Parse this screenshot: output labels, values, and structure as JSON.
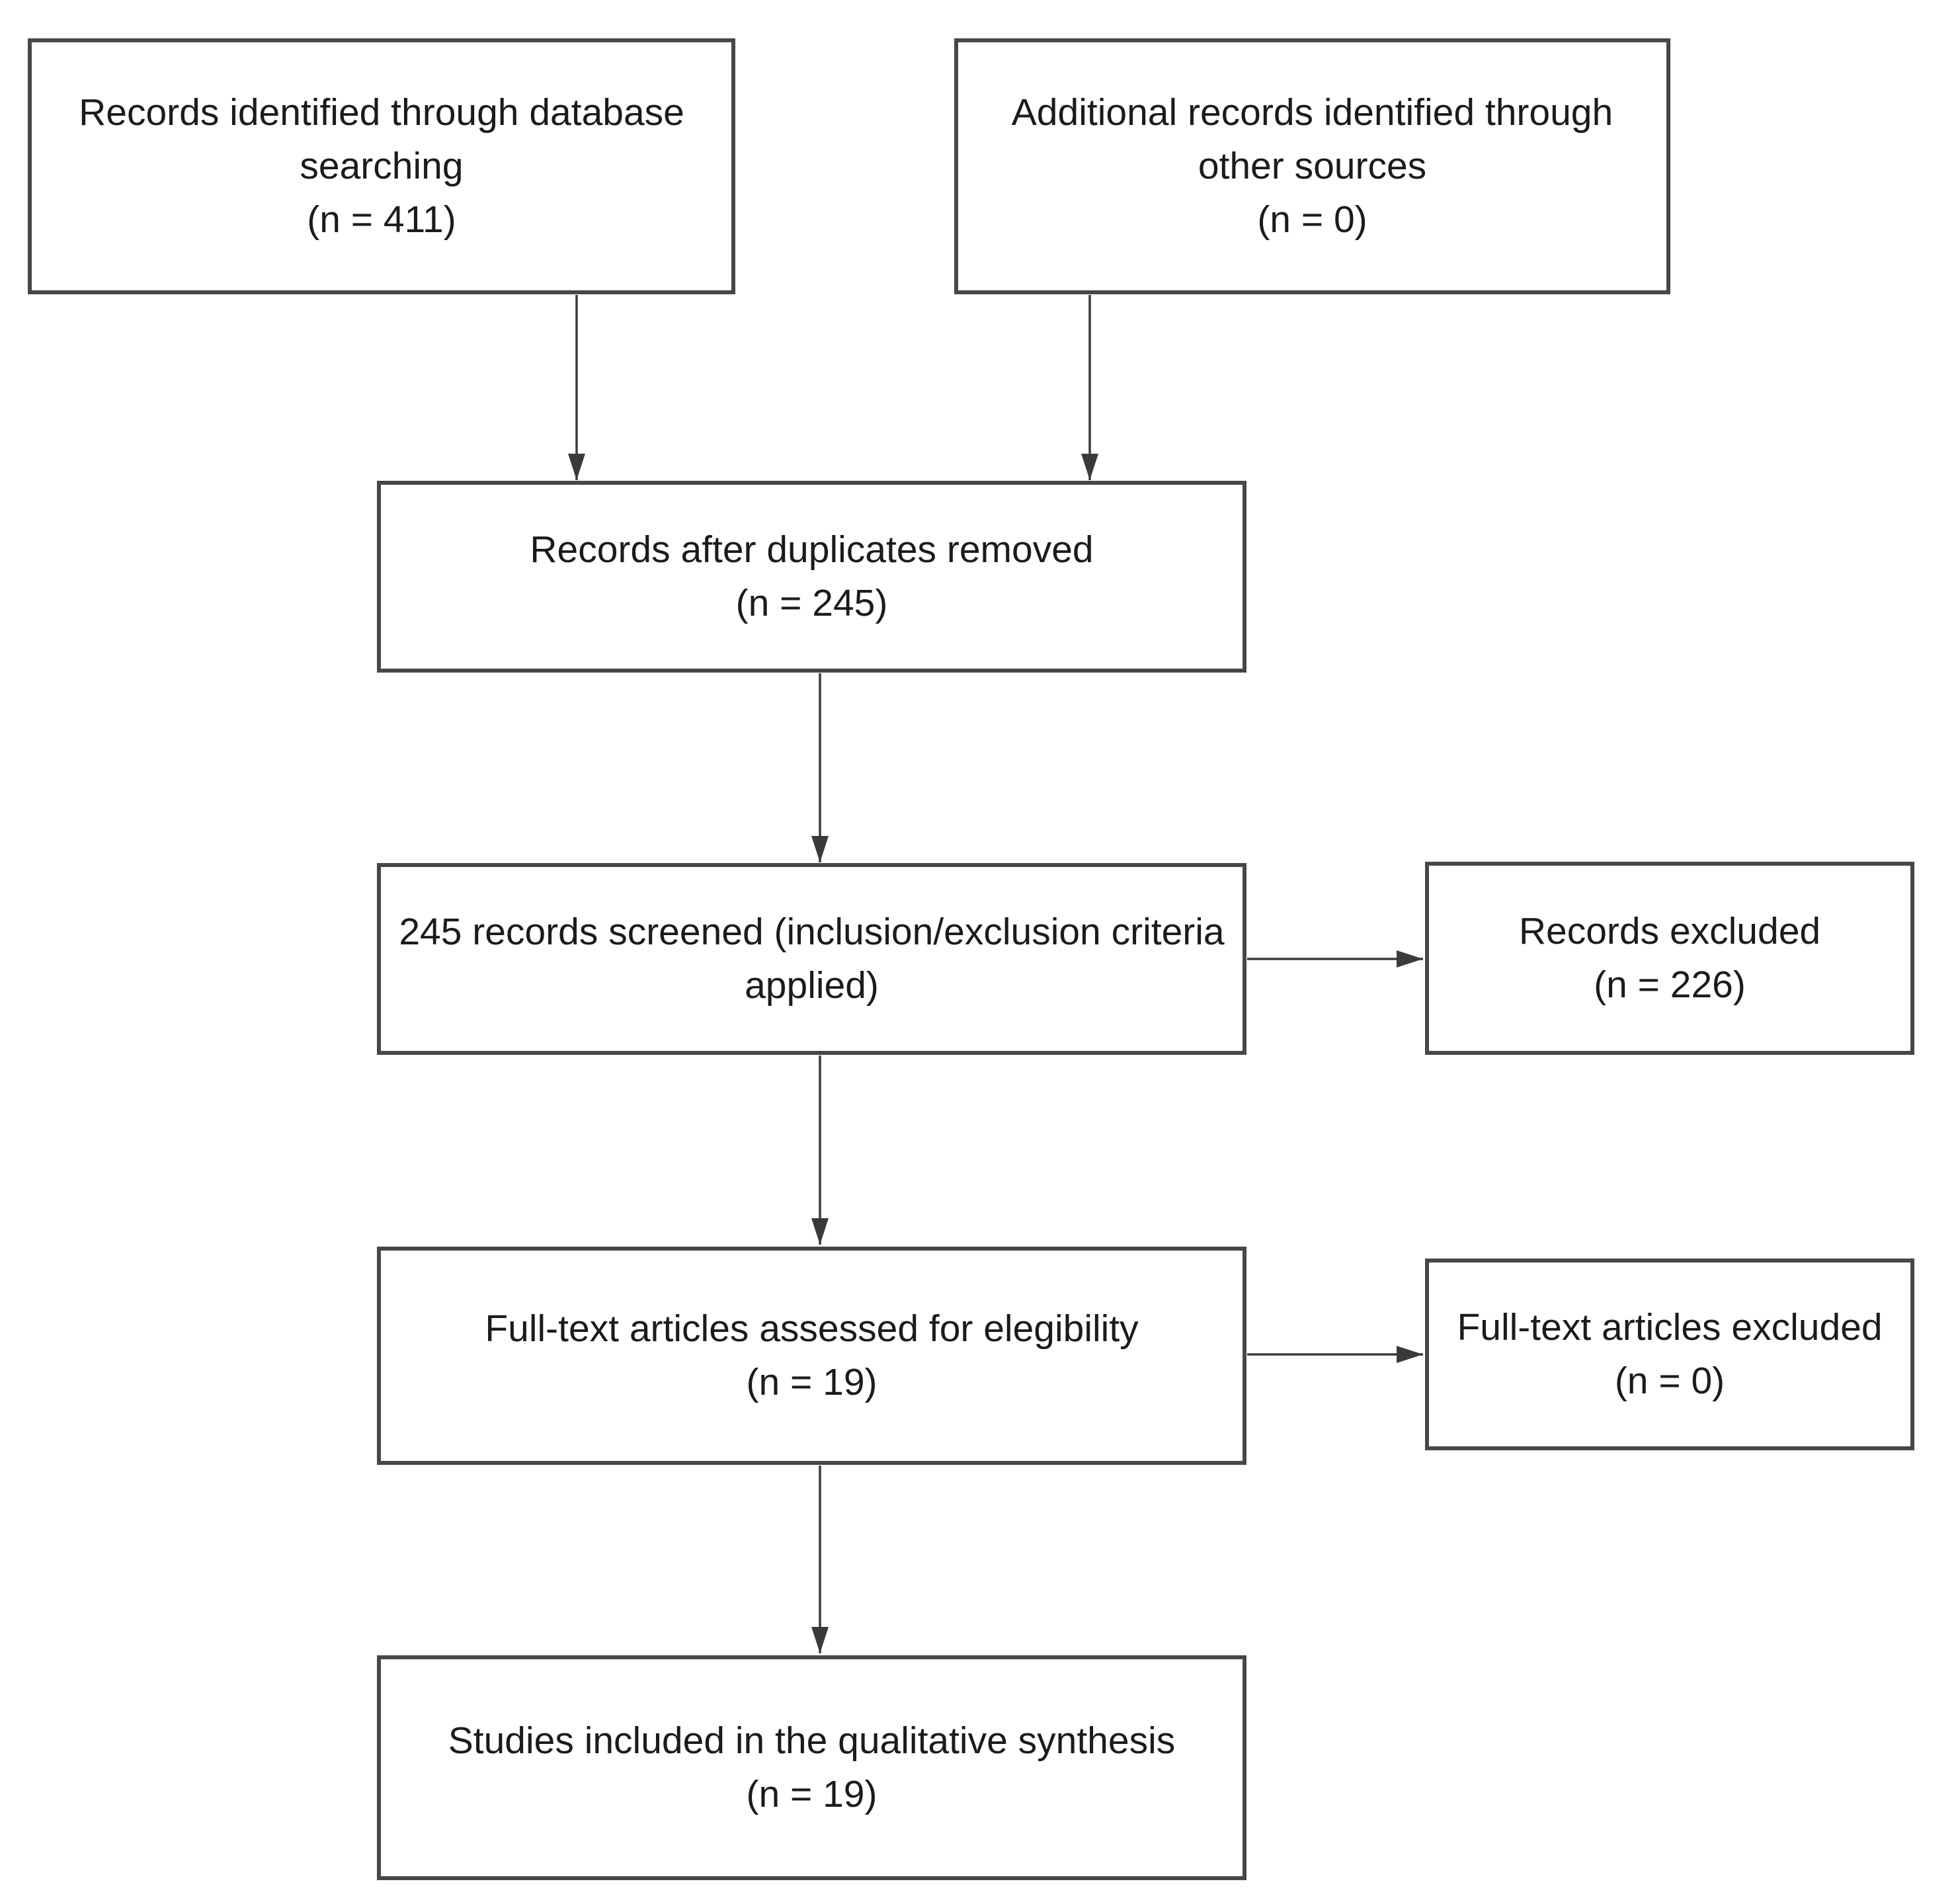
{
  "diagram": {
    "type": "flowchart",
    "background_color": "#ffffff",
    "box_fill_color": "#ffffff",
    "box_border_color": "#474747",
    "text_color": "#1b1b1b",
    "arrow_color": "#3a3a3a",
    "nodes": [
      {
        "id": "records-identified",
        "n": 411,
        "text": "Records identified through database\nsearching\n(n = 411)"
      },
      {
        "id": "additional-records",
        "n": 0,
        "text": "Additional records identified through\nother sources\n(n = 0)"
      },
      {
        "id": "duplicates-removed",
        "n": 245,
        "text": "Records after duplicates removed\n(n = 245)"
      },
      {
        "id": "records-screened",
        "n": 245,
        "text": "245 records screened (inclusion/exclusion criteria\napplied)"
      },
      {
        "id": "records-excluded",
        "n": 226,
        "text": "Records excluded\n(n = 226)"
      },
      {
        "id": "fulltext-assessed",
        "n": 19,
        "text": "Full-text articles assessed for elegibility\n(n = 19)"
      },
      {
        "id": "fulltext-excluded",
        "n": 0,
        "text": "Full-text articles excluded\n(n = 0)"
      },
      {
        "id": "studies-included",
        "n": 19,
        "text": "Studies included in the qualitative synthesis\n(n = 19)"
      }
    ],
    "edges": [
      {
        "from": "records-identified",
        "to": "duplicates-removed"
      },
      {
        "from": "additional-records",
        "to": "duplicates-removed"
      },
      {
        "from": "duplicates-removed",
        "to": "records-screened"
      },
      {
        "from": "records-screened",
        "to": "records-excluded"
      },
      {
        "from": "records-screened",
        "to": "fulltext-assessed"
      },
      {
        "from": "fulltext-assessed",
        "to": "fulltext-excluded"
      },
      {
        "from": "fulltext-assessed",
        "to": "studies-included"
      }
    ]
  }
}
